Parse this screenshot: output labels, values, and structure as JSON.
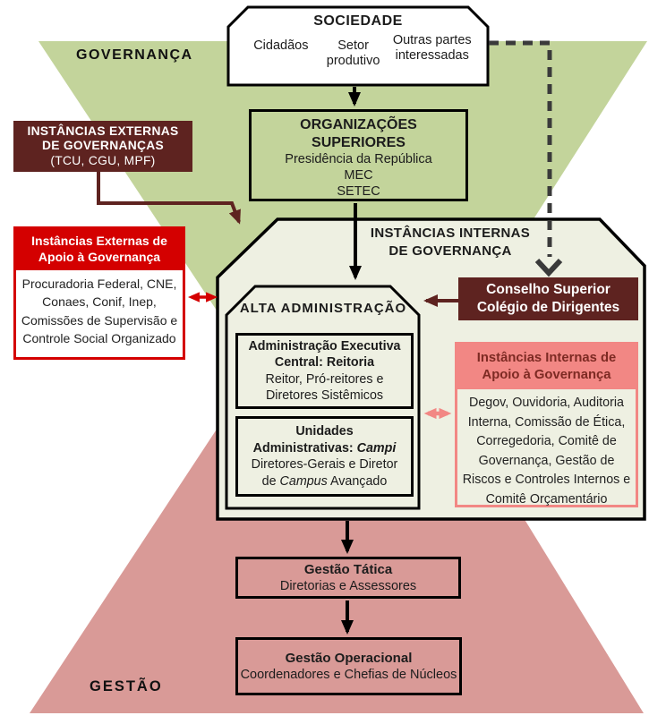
{
  "labels": {
    "governanca": "GOVERNANÇA",
    "gestao": "GESTÃO"
  },
  "sociedade": {
    "title": "SOCIEDADE",
    "items": [
      "Cidadãos",
      "Setor produtivo",
      "Outras partes interessadas"
    ]
  },
  "externas_governanca": {
    "line1": "INSTÂNCIAS EXTERNAS",
    "line2": "DE GOVERNANÇAS",
    "line3": "(TCU, CGU, MPF)"
  },
  "organizacoes": {
    "title1": "ORGANIZAÇÕES",
    "title2": "SUPERIORES",
    "items": [
      "Presidência da República",
      "MEC",
      "SETEC"
    ]
  },
  "apoio_externas": {
    "header1": "Instâncias Externas de",
    "header2": "Apoio à Governança",
    "body": "Procuradoria Federal, CNE, Conaes, Conif, Inep, Comissões de Supervisão e Controle Social Organizado"
  },
  "internas_governanca": {
    "title1": "INSTÂNCIAS INTERNAS",
    "title2": "DE GOVERNANÇA"
  },
  "conselho": {
    "line1": "Conselho Superior",
    "line2": "Colégio de Dirigentes"
  },
  "alta": {
    "title": "ALTA ADMINISTRAÇÃO"
  },
  "admin_central": {
    "bold1": "Administração Executiva",
    "bold2": "Central: Reitoria",
    "reg1": "Reitor, Pró-reitores e",
    "reg2": "Diretores Sistêmicos"
  },
  "unidades": {
    "bold1": "Unidades",
    "bold2_prefix": "Administrativas: ",
    "bold2_italic": "Campi",
    "reg1": "Diretores-Gerais e Diretor",
    "reg2_prefix": "de ",
    "reg2_italic": "Campus",
    "reg2_suffix": " Avançado"
  },
  "apoio_internas": {
    "header1": "Instâncias Internas de",
    "header2": "Apoio à Governança",
    "body": "Degov, Ouvidoria, Auditoria Interna, Comissão de Ética, Corregedoria, Comitê de Governança, Gestão de Riscos e Controles Internos e Comitê Orçamentário"
  },
  "gestao_tatica": {
    "title": "Gestão Tática",
    "sub": "Diretorias e Assessores"
  },
  "gestao_operacional": {
    "title": "Gestão Operacional",
    "sub": "Coordenadores e Chefias de Núcleos"
  },
  "colors": {
    "green_triangle": "#c3d49b",
    "pink_triangle": "#d99a97",
    "cream_panel": "#eef0e2",
    "maroon": "#5e2320",
    "red": "#d40000",
    "salmon": "#f28784",
    "dashed_gray": "#3a3a3a",
    "black": "#000000"
  }
}
